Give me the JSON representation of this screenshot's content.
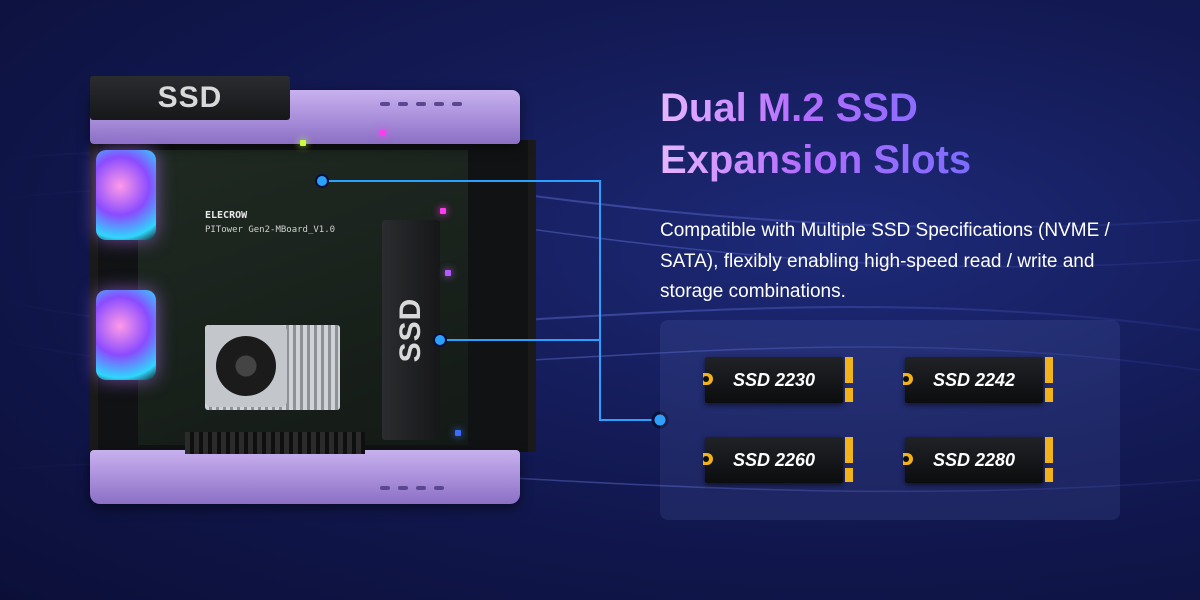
{
  "heading": {
    "line1": "Dual M.2 SSD",
    "line2": "Expansion Slots"
  },
  "description": "Compatible with Multiple SSD Specifications (NVME / SATA), flexibly enabling high-speed read / write and storage combinations.",
  "device": {
    "ssd_top_label": "SSD",
    "ssd_side_label": "SSD",
    "brand": "ELECROW",
    "board_name": "PITower Gen2-MBoard_V1.0"
  },
  "ssd_specs": [
    {
      "label": "SSD 2230"
    },
    {
      "label": "SSD 2242"
    },
    {
      "label": "SSD 2260"
    },
    {
      "label": "SSD 2280"
    }
  ],
  "colors": {
    "accent_purple": "#b46cff",
    "case_lavender": "#b49be4",
    "connector_blue": "#2aa0ff",
    "gold_pins": "#f1b21a"
  }
}
